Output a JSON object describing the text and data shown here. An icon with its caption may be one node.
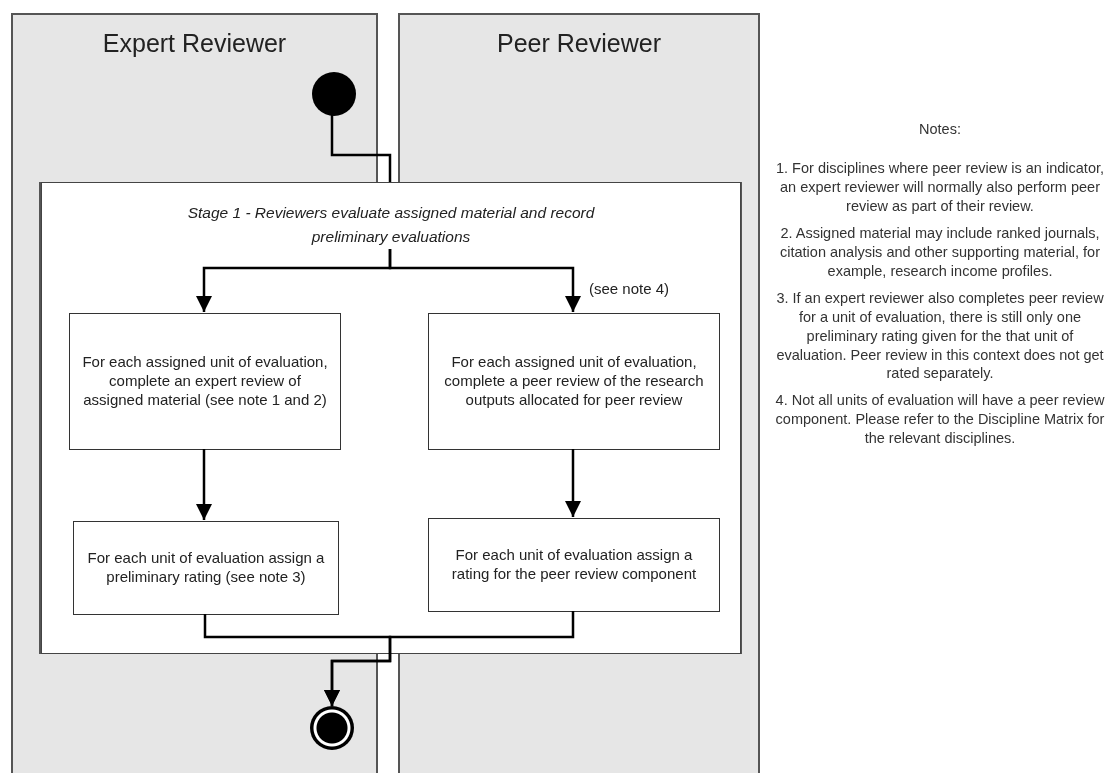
{
  "diagram": {
    "nodes": [
      {
        "text": [
          "Expert Reviewer"
        ]
      },
      {
        "text": [
          "Peer Reviewer"
        ]
      },
      {
        "text": [],
        "shape": "circle",
        "in": 0
      },
      {
        "text": [
          "Stage 1 - Reviewers evaluate assigned material and record preliminary evaluations"
        ]
      },
      {
        "text": [
          "For each assigned unit of evaluation, complete an expert review of assigned material (see note 1 and 2)"
        ],
        "in": 3
      },
      {
        "text": [
          "For each assigned unit of evaluation, complete a peer review of the research outputs allocated for peer review"
        ],
        "in": 3,
        "beside": [
          "(see note 4)"
        ]
      },
      {
        "text": [
          "For each unit of evaluation assign a preliminary rating (see note 3)"
        ],
        "in": 3
      },
      {
        "text": [
          "For each unit of evaluation assign a rating for the peer review component"
        ],
        "in": 3
      },
      {
        "text": [],
        "shape": "circle"
      }
    ],
    "edges": [
      {
        "from": 2,
        "to": 3,
        "arrow": "none"
      },
      {
        "from": 3,
        "to": 4,
        "arrow": "to"
      },
      {
        "from": 3,
        "to": 5,
        "arrow": "to"
      },
      {
        "from": 4,
        "to": 6,
        "arrow": "to"
      },
      {
        "from": 5,
        "to": 7,
        "arrow": "to"
      },
      {
        "from": 6,
        "to": 8,
        "arrow": "to"
      },
      {
        "from": 7,
        "to": 8,
        "arrow": "to"
      }
    ],
    "labels": [
      "Notes:",
      "1. For disciplines where peer review is an indicator, an expert reviewer will normally also perform peer review as part of their review.",
      "2. Assigned material may include ranked journals, citation analysis and other supporting material, for example, research income profiles.",
      "3. If an expert reviewer also completes peer review for a unit of evaluation, there is still only one preliminary rating given for the that unit of evaluation. Peer review in this context does not get rated separately.",
      "4. Not all units of evaluation will have a peer review component. Please refer to the Discipline Matrix for the relevant disciplines."
    ]
  }
}
